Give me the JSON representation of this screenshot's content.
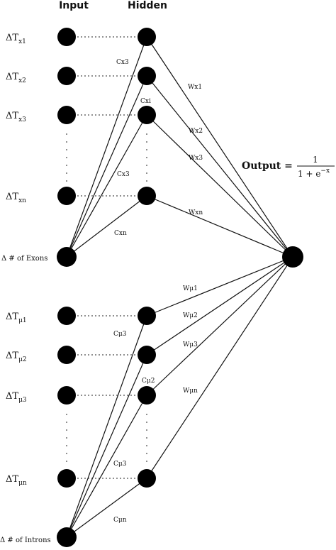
{
  "headers": {
    "input": "Input",
    "hidden": "Hidden"
  },
  "exon_inputs": [
    {
      "base": "ΔT",
      "sub": "x1"
    },
    {
      "base": "ΔT",
      "sub": "x2"
    },
    {
      "base": "ΔT",
      "sub": "x3"
    },
    {
      "base": "ΔT",
      "sub": "xn"
    }
  ],
  "intron_inputs": [
    {
      "base": "ΔT",
      "sub": "μ1"
    },
    {
      "base": "ΔT",
      "sub": "μ2"
    },
    {
      "base": "ΔT",
      "sub": "μ3"
    },
    {
      "base": "ΔT",
      "sub": "μn"
    }
  ],
  "exon_count_label": "Δ # of Exons",
  "intron_count_label": "Δ # of Introns",
  "exon_c_labels": [
    "Cx3",
    "Cxi",
    "Cx3",
    "Cxn"
  ],
  "intron_c_labels": [
    "Cμ3",
    "Cμ2",
    "Cμ3",
    "Cμn"
  ],
  "exon_w_labels": [
    "Wx1",
    "Wx2",
    "Wx3",
    "Wxn"
  ],
  "intron_w_labels": [
    "Wμ1",
    "Wμ2",
    "Wμ3",
    "Wμn"
  ],
  "output": {
    "label": "Output =",
    "numerator": "1",
    "denominator": "1 + e",
    "exponent": "−x"
  }
}
